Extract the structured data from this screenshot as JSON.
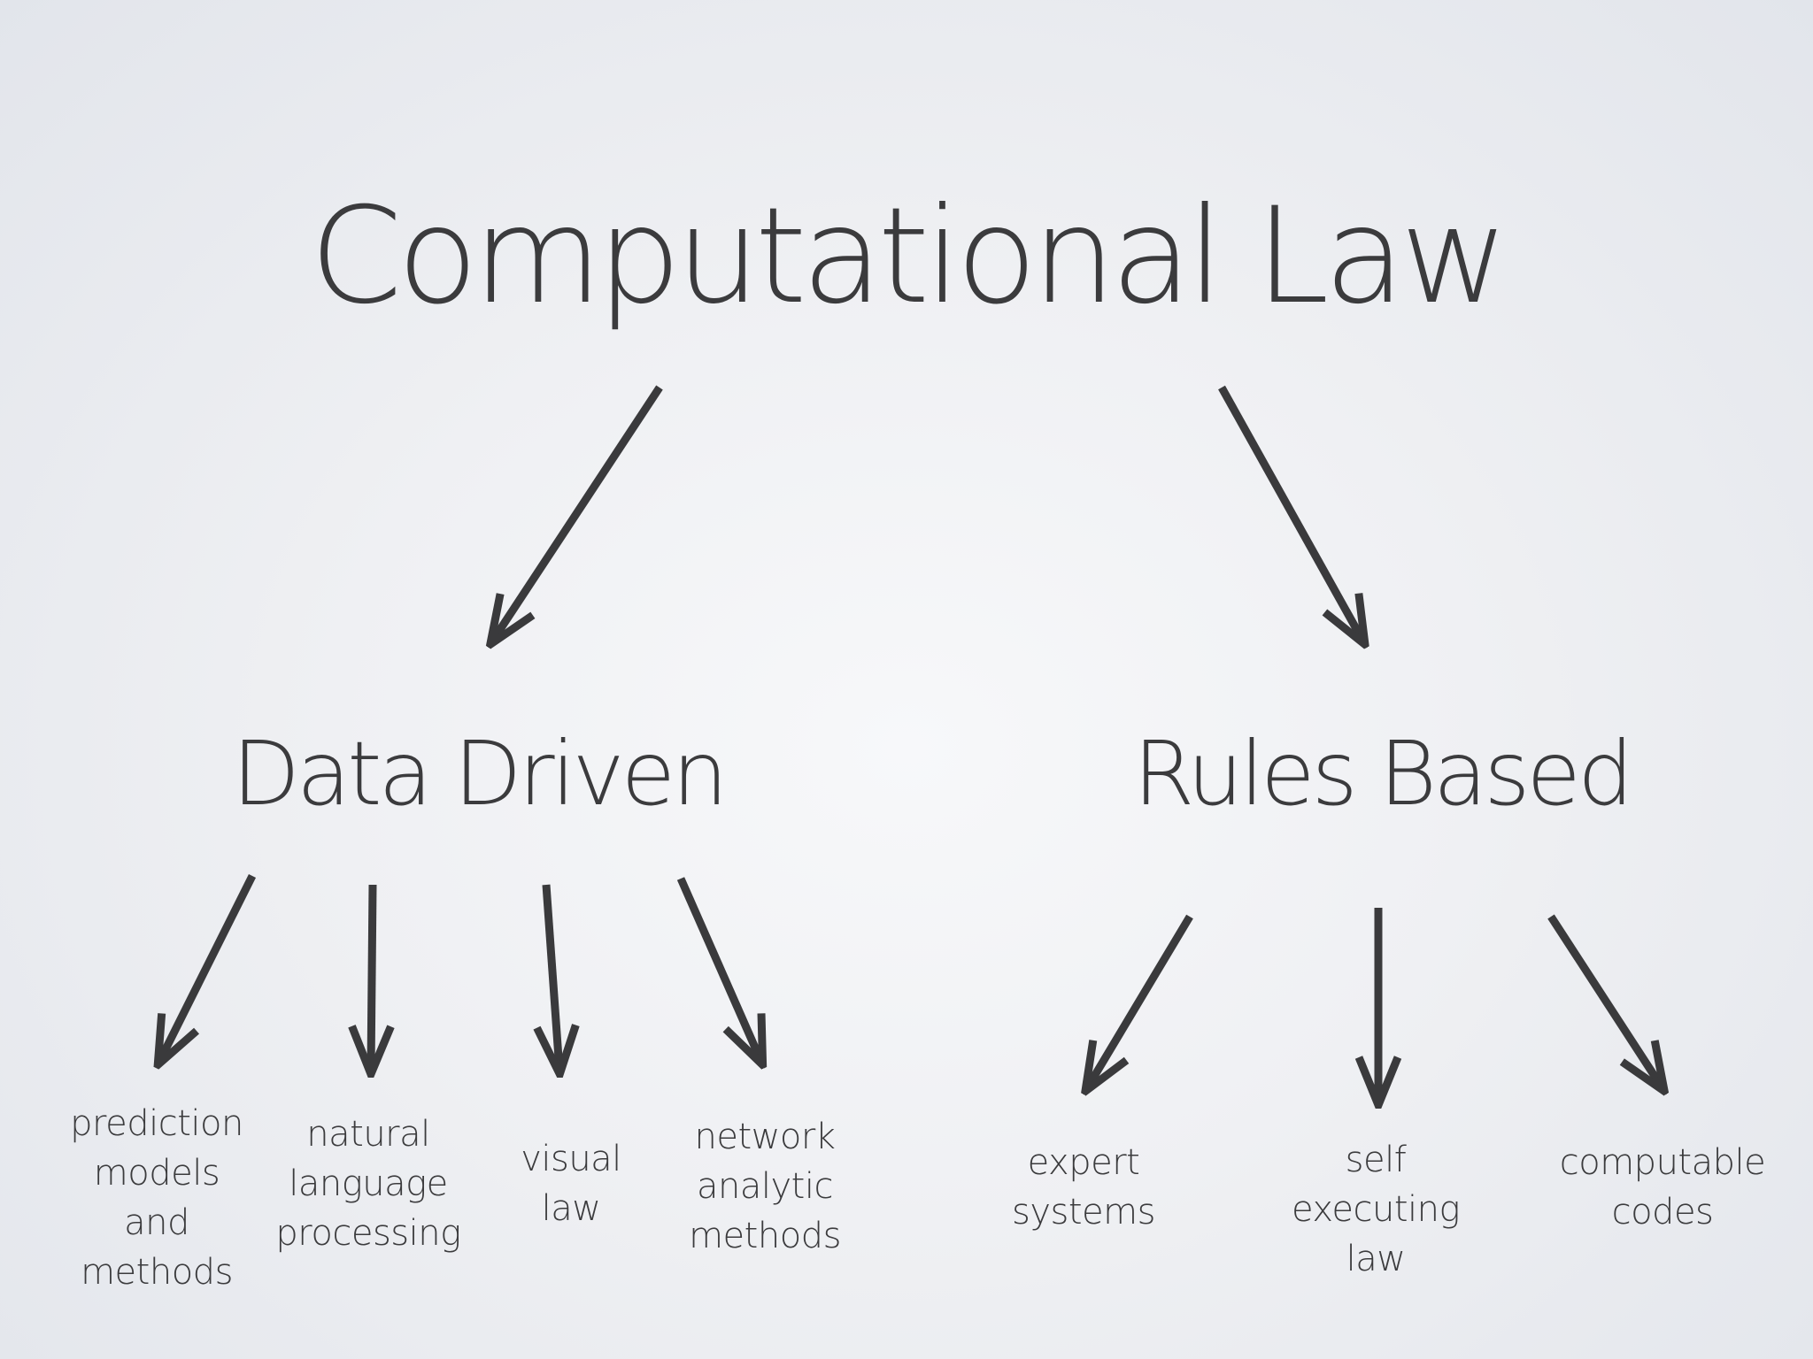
{
  "slide": {
    "title": "Computational Law",
    "branches": [
      {
        "label": "Data Driven",
        "leaves": [
          [
            "prediction",
            "models",
            "and",
            "methods"
          ],
          [
            "natural",
            "language",
            "processing"
          ],
          [
            "visual",
            "law"
          ],
          [
            "network",
            "analytic",
            "methods"
          ]
        ]
      },
      {
        "label": "Rules Based",
        "leaves": [
          [
            "expert",
            "systems"
          ],
          [
            "self",
            "executing",
            "law"
          ],
          [
            "computable",
            "codes"
          ]
        ]
      }
    ],
    "colors": {
      "text": "#3b3b3d",
      "arrow": "#3a3a3c",
      "background": "#eff0f3"
    }
  }
}
